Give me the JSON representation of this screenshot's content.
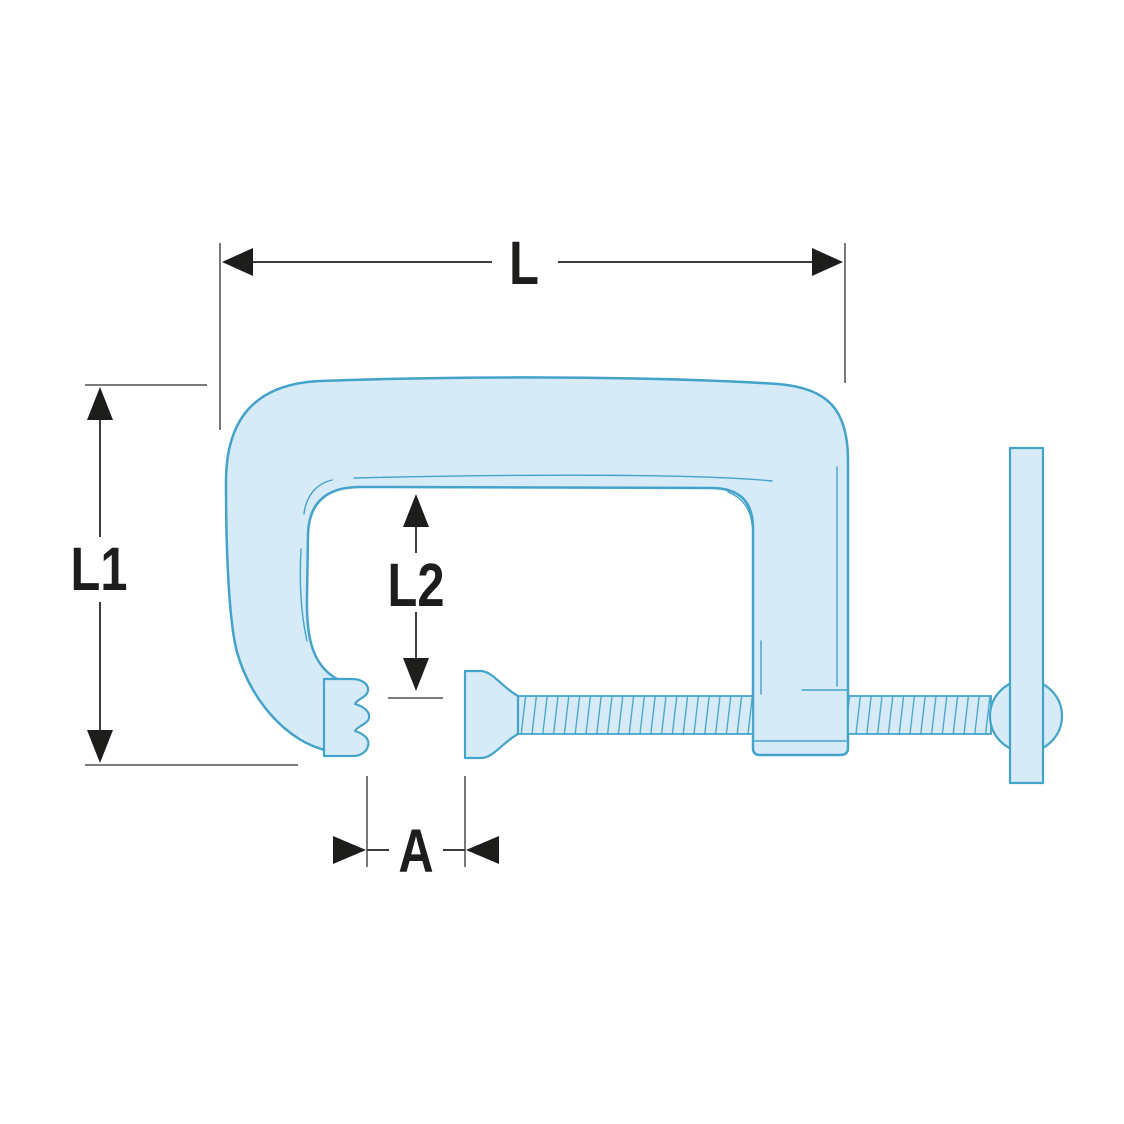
{
  "diagram": {
    "subject": "c-clamp",
    "colors": {
      "background": "#ffffff",
      "part_fill": "#d6eaf8",
      "part_stroke": "#44a3c9",
      "extension_line": "#67696b",
      "arrow": "#1d1d1b",
      "label": "#1d1d1b"
    },
    "dimensions": {
      "l": {
        "label": "L"
      },
      "l1": {
        "label": "L1"
      },
      "l2": {
        "label": "L2"
      },
      "a": {
        "label": "A"
      }
    }
  }
}
